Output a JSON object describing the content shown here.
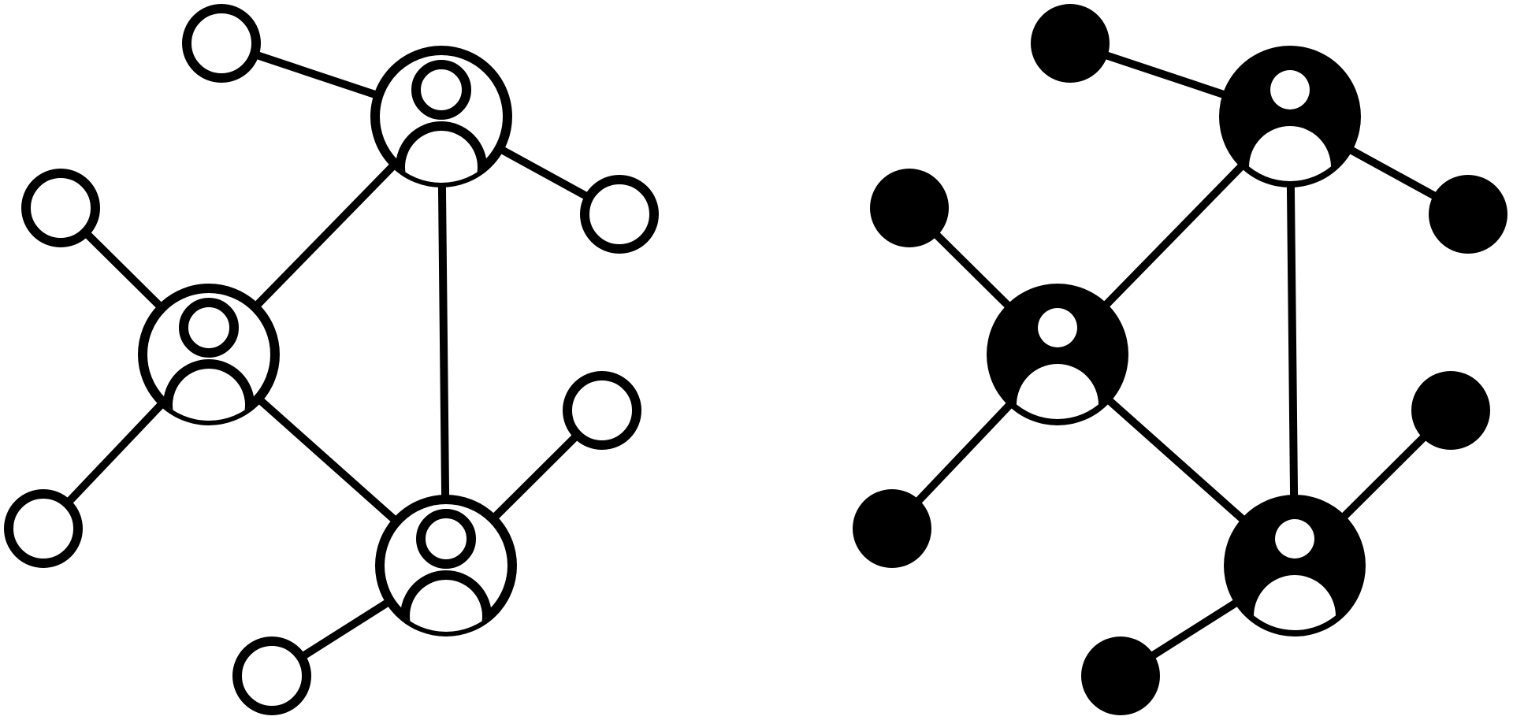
{
  "colors": {
    "background": "#ffffff",
    "ink": "#000000"
  },
  "figures": [
    {
      "name": "network-icon-outline",
      "style": "outline",
      "hubs": [
        {
          "name": "hub-top",
          "icon": "person-icon"
        },
        {
          "name": "hub-left",
          "icon": "person-icon"
        },
        {
          "name": "hub-bottom",
          "icon": "person-icon"
        }
      ],
      "satellites": [
        {
          "name": "node-top-left"
        },
        {
          "name": "node-top-right"
        },
        {
          "name": "node-left"
        },
        {
          "name": "node-bottom-left"
        },
        {
          "name": "node-right"
        },
        {
          "name": "node-bottom"
        }
      ]
    },
    {
      "name": "network-icon-filled",
      "style": "filled",
      "hubs": [
        {
          "name": "hub-top",
          "icon": "person-icon"
        },
        {
          "name": "hub-left",
          "icon": "person-icon"
        },
        {
          "name": "hub-bottom",
          "icon": "person-icon"
        }
      ],
      "satellites": [
        {
          "name": "node-top-left"
        },
        {
          "name": "node-top-right"
        },
        {
          "name": "node-left"
        },
        {
          "name": "node-bottom-left"
        },
        {
          "name": "node-right"
        },
        {
          "name": "node-bottom"
        }
      ]
    }
  ]
}
